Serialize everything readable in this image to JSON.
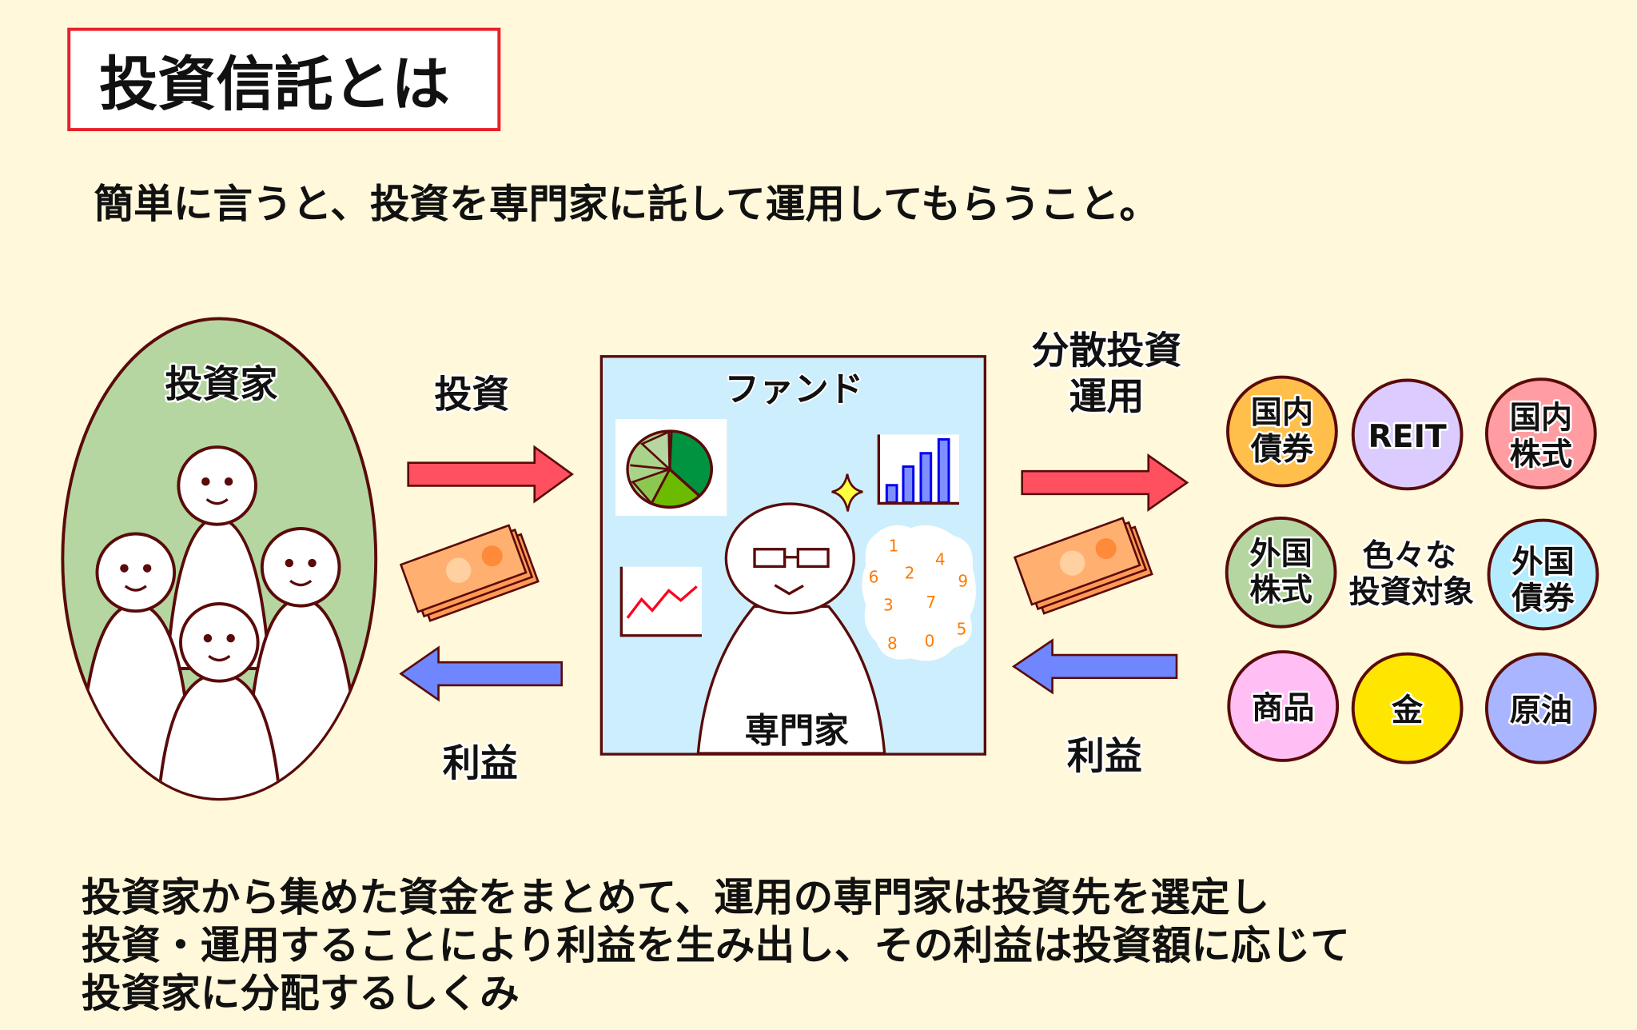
{
  "title": "投資信託とは",
  "subtitle": "簡単に言うと、投資を専門家に託して運用してもらうこと。",
  "investor_label": "投資家",
  "invest_arrow_label": "投資",
  "profit_arrow_left_label": "利益",
  "fund": {
    "title": "ファンド",
    "expert_label": "専門家",
    "thought_numbers": [
      "1",
      "4",
      "6",
      "2",
      "9",
      "3",
      "7",
      "5",
      "8",
      "0"
    ]
  },
  "diversify_label_line1": "分散投資",
  "diversify_label_line2": "運用",
  "profit_arrow_right_label": "利益",
  "targets_center_line1": "色々な",
  "targets_center_line2": "投資対象",
  "targets": [
    {
      "line1": "国内",
      "line2": "債券",
      "color": "#ffbf4a"
    },
    {
      "line1": "REIT",
      "line2": "",
      "color": "#dccbff"
    },
    {
      "line1": "国内",
      "line2": "株式",
      "color": "#ff9da3"
    },
    {
      "line1": "外国",
      "line2": "株式",
      "color": "#b5d6a0"
    },
    {
      "line1": "外国",
      "line2": "債券",
      "color": "#b3ecff"
    },
    {
      "line1": "商品",
      "line2": "",
      "color": "#ffbff5"
    },
    {
      "line1": "金",
      "line2": "",
      "color": "#ffe600"
    },
    {
      "line1": "原油",
      "line2": "",
      "color": "#a9b5ff"
    }
  ],
  "description": [
    "投資家から集めた資金をまとめて、運用の専門家は投資先を選定し",
    "投資・運用することにより利益を生み出し、その利益は投資額に応じて",
    "投資家に分配するしくみ"
  ]
}
